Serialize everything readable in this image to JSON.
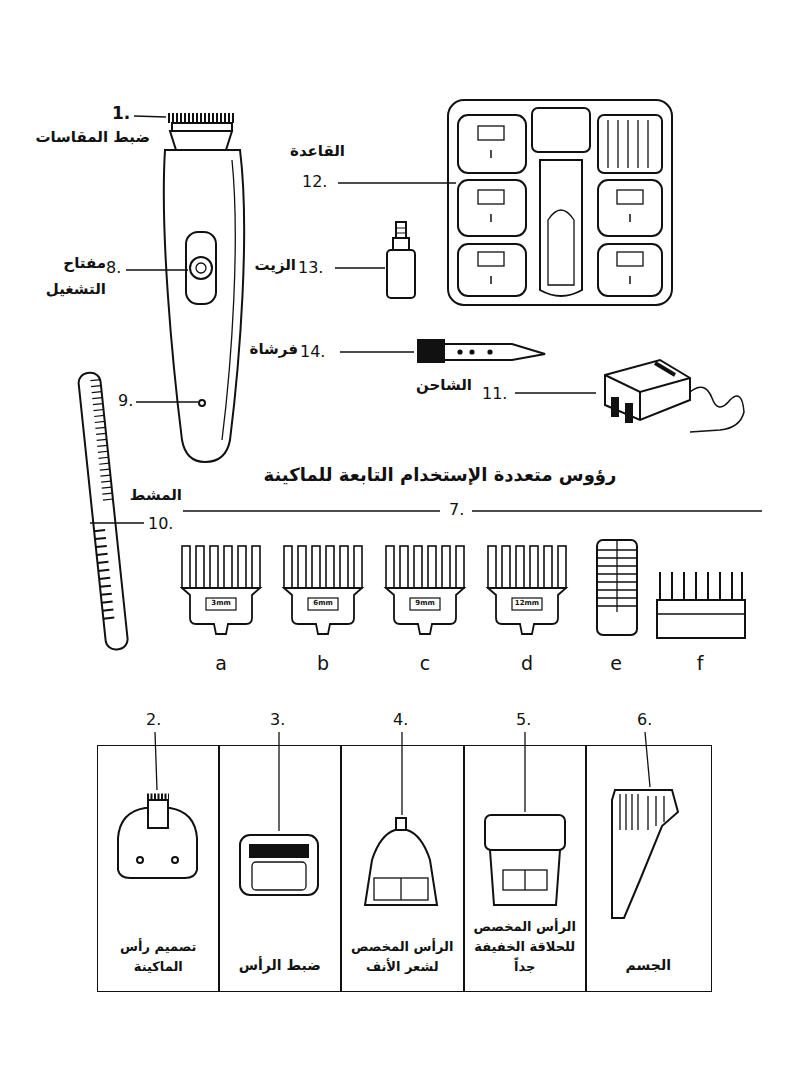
{
  "diagram": {
    "nodes": [
      {
        "text": [
          "تصميم رأس الماكينة"
        ]
      },
      {
        "text": [
          "ضبط الرأس"
        ]
      },
      {
        "text": [
          "الرأس المخصص لشعر الأنف"
        ]
      },
      {
        "text": [
          "الرأس المخصص للحلاقة الخفيفة جداً"
        ]
      },
      {
        "text": [
          "الجسم"
        ]
      }
    ],
    "labels": [
      "1.",
      "ضبط المقاسات",
      "القاعدة",
      "12.",
      "8.",
      "مفتاح التشغيل",
      "13.",
      "الزيت",
      "14.",
      "فرشاة",
      "9.",
      "الشاحن",
      "11.",
      "رؤوس متعددة الإستخدام التابعة للماكينة",
      "المشط",
      "7.",
      "10.",
      "3mm",
      "6mm",
      "9mm",
      "12mm",
      "a",
      "b",
      "c",
      "d",
      "e",
      "f",
      "2.",
      "3.",
      "4.",
      "5.",
      "6."
    ]
  }
}
